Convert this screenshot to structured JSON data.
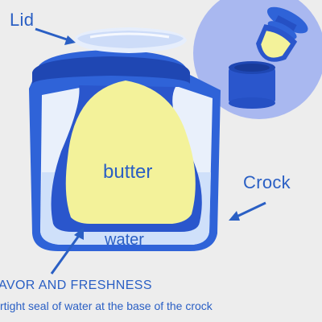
{
  "labels": {
    "lid": "Lid",
    "crock": "Crock",
    "butter": "butter",
    "water": "water"
  },
  "caption": {
    "title": "AVOR AND FRESHNESS",
    "body": "rtight seal of water at the base of the crock"
  },
  "colors": {
    "background": "#ededed",
    "crock_blue": "#2f63d8",
    "crock_dark": "#1f47b3",
    "butter": "#f3f29a",
    "water": "#cfe0fa",
    "glass": "#e9f0fb",
    "inset_circle": "#a9b8f0",
    "label_text": "#2a5fc4"
  },
  "icons": [
    "lid-arrow-icon",
    "crock-arrow-icon",
    "water-arrow-icon",
    "crock-open-illustration"
  ]
}
